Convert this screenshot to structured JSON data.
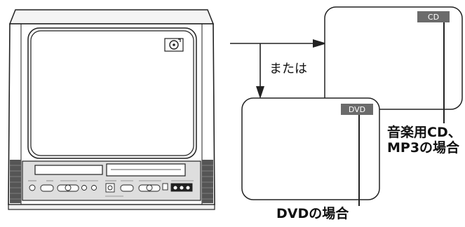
{
  "screen_icon": "disc-icon",
  "labels": {
    "or": "または",
    "cd_mp3_line1": "音楽用CD、",
    "cd_mp3_line2": "MP3の場合",
    "dvd": "DVDの場合"
  },
  "badges": {
    "cd": "CD",
    "dvd": "DVD"
  },
  "colors": {
    "line": "#222222",
    "badge_bg": "#6b6b6b",
    "tv_panel": "#dedede"
  }
}
